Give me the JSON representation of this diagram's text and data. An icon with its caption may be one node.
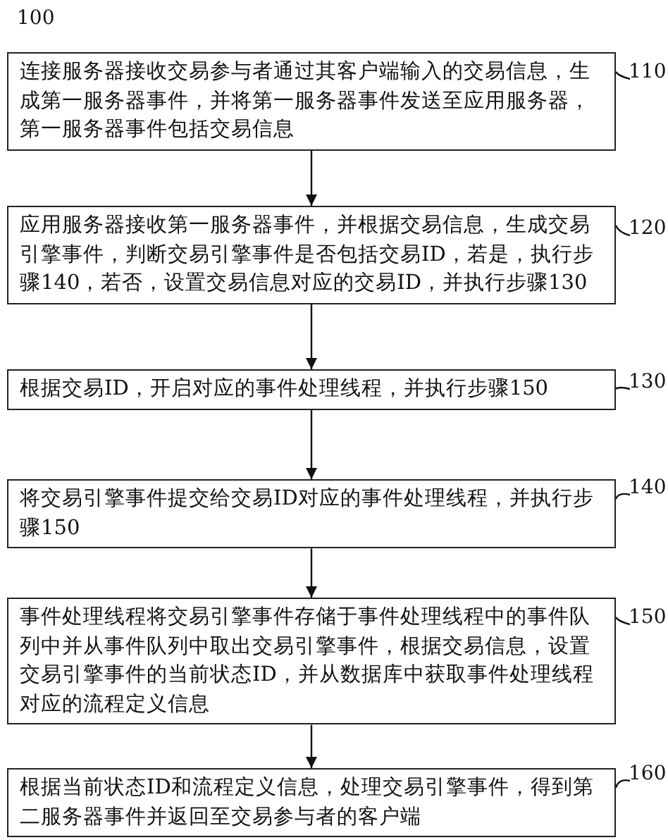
{
  "diagram": {
    "nodes": [
      {
        "text": [
          "连接服务器接收交易参与者通过其客户端输入的交易信息，生成第一服务器事件，并将第一服务器事件发送至应用服务器，第一服务器事件包括交易信息"
        ]
      },
      {
        "text": [
          "应用服务器接收第一服务器事件，并根据交易信息，生成交易引擎事件，判断交易引擎事件是否包括交易ID，若是，执行步骤140，若否，设置交易信息对应的交易ID，并执行步骤130"
        ]
      },
      {
        "text": [
          "根据交易ID，开启对应的事件处理线程，并执行步骤150"
        ]
      },
      {
        "text": [
          "将交易引擎事件提交给交易ID对应的事件处理线程，并执行步骤150"
        ]
      },
      {
        "text": [
          "事件处理线程将交易引擎事件存储于事件处理线程中的事件队列中并从事件队列中取出交易引擎事件，根据交易信息，设置交易引擎事件的当前状态ID，并从数据库中获取事件处理线程对应的流程定义信息"
        ]
      },
      {
        "text": [
          "根据当前状态ID和流程定义信息，处理交易引擎事件，得到第二服务器事件并返回至交易参与者的客户端"
        ]
      },
      {
        "text": [
          "110"
        ]
      },
      {
        "text": [
          "120"
        ]
      },
      {
        "text": [
          "130"
        ]
      },
      {
        "text": [
          "140"
        ]
      },
      {
        "text": [
          "150"
        ]
      },
      {
        "text": [
          "160"
        ]
      }
    ],
    "edges": [
      {
        "from": 0,
        "to": 1,
        "arrow": "to"
      },
      {
        "from": 1,
        "to": 2,
        "arrow": "to"
      },
      {
        "from": 2,
        "to": 3,
        "arrow": "to"
      },
      {
        "from": 3,
        "to": 4,
        "arrow": "to"
      },
      {
        "from": 4,
        "to": 5,
        "arrow": "to"
      },
      {
        "from": 6,
        "to": 0,
        "arrow": "none"
      },
      {
        "from": 7,
        "to": 1,
        "arrow": "none"
      },
      {
        "from": 8,
        "to": 2,
        "arrow": "none"
      },
      {
        "from": 9,
        "to": 3,
        "arrow": "none"
      },
      {
        "from": 10,
        "to": 4,
        "arrow": "none"
      },
      {
        "from": 11,
        "to": 5,
        "arrow": "none"
      }
    ],
    "labels": [
      "100"
    ]
  }
}
